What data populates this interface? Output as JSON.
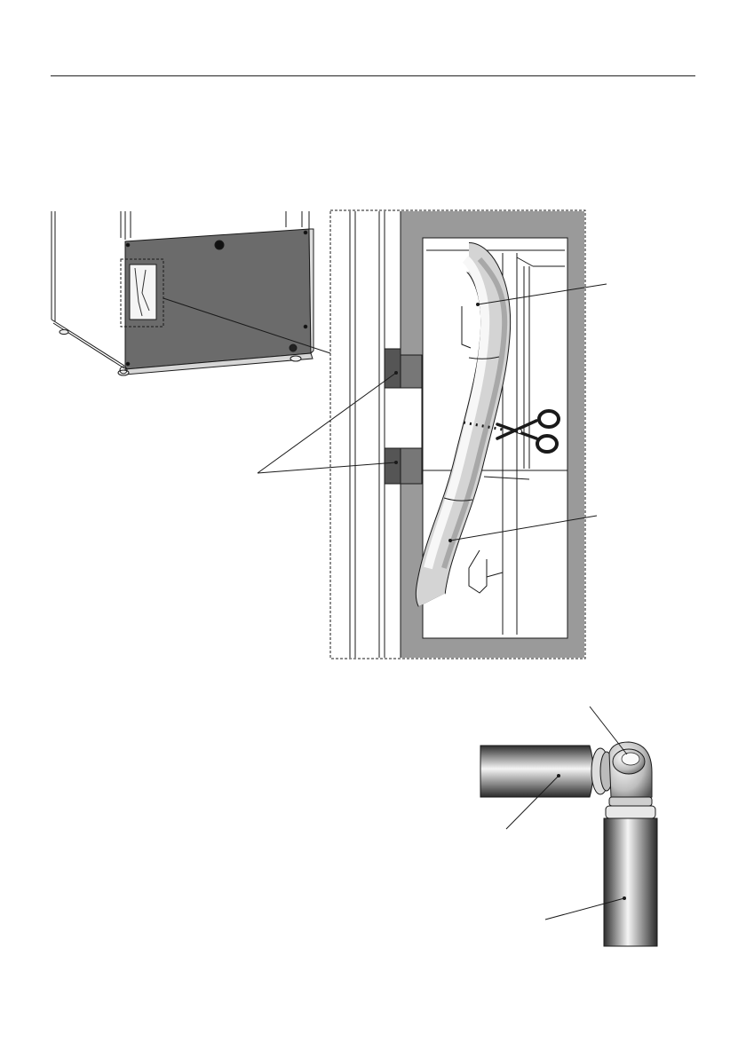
{
  "page": {
    "background": "#ffffff",
    "header_rule": true
  },
  "illustrations": [
    {
      "id": "appliance-rear-panel",
      "description_free": true
    },
    {
      "id": "hose-detail-inset"
    },
    {
      "id": "hose-elbow-connection"
    }
  ],
  "icons": [
    "scissors-icon"
  ],
  "colors": {
    "panel_fill": "#6b6b6b",
    "frame_fill": "#9a9a9a",
    "inset_fill": "#9a9a9a",
    "line": "#1a1a1a",
    "hose_light": "#f4f4f4",
    "hose_dark": "#6e6e6e",
    "pipe_dark": "#3a3a3a"
  }
}
